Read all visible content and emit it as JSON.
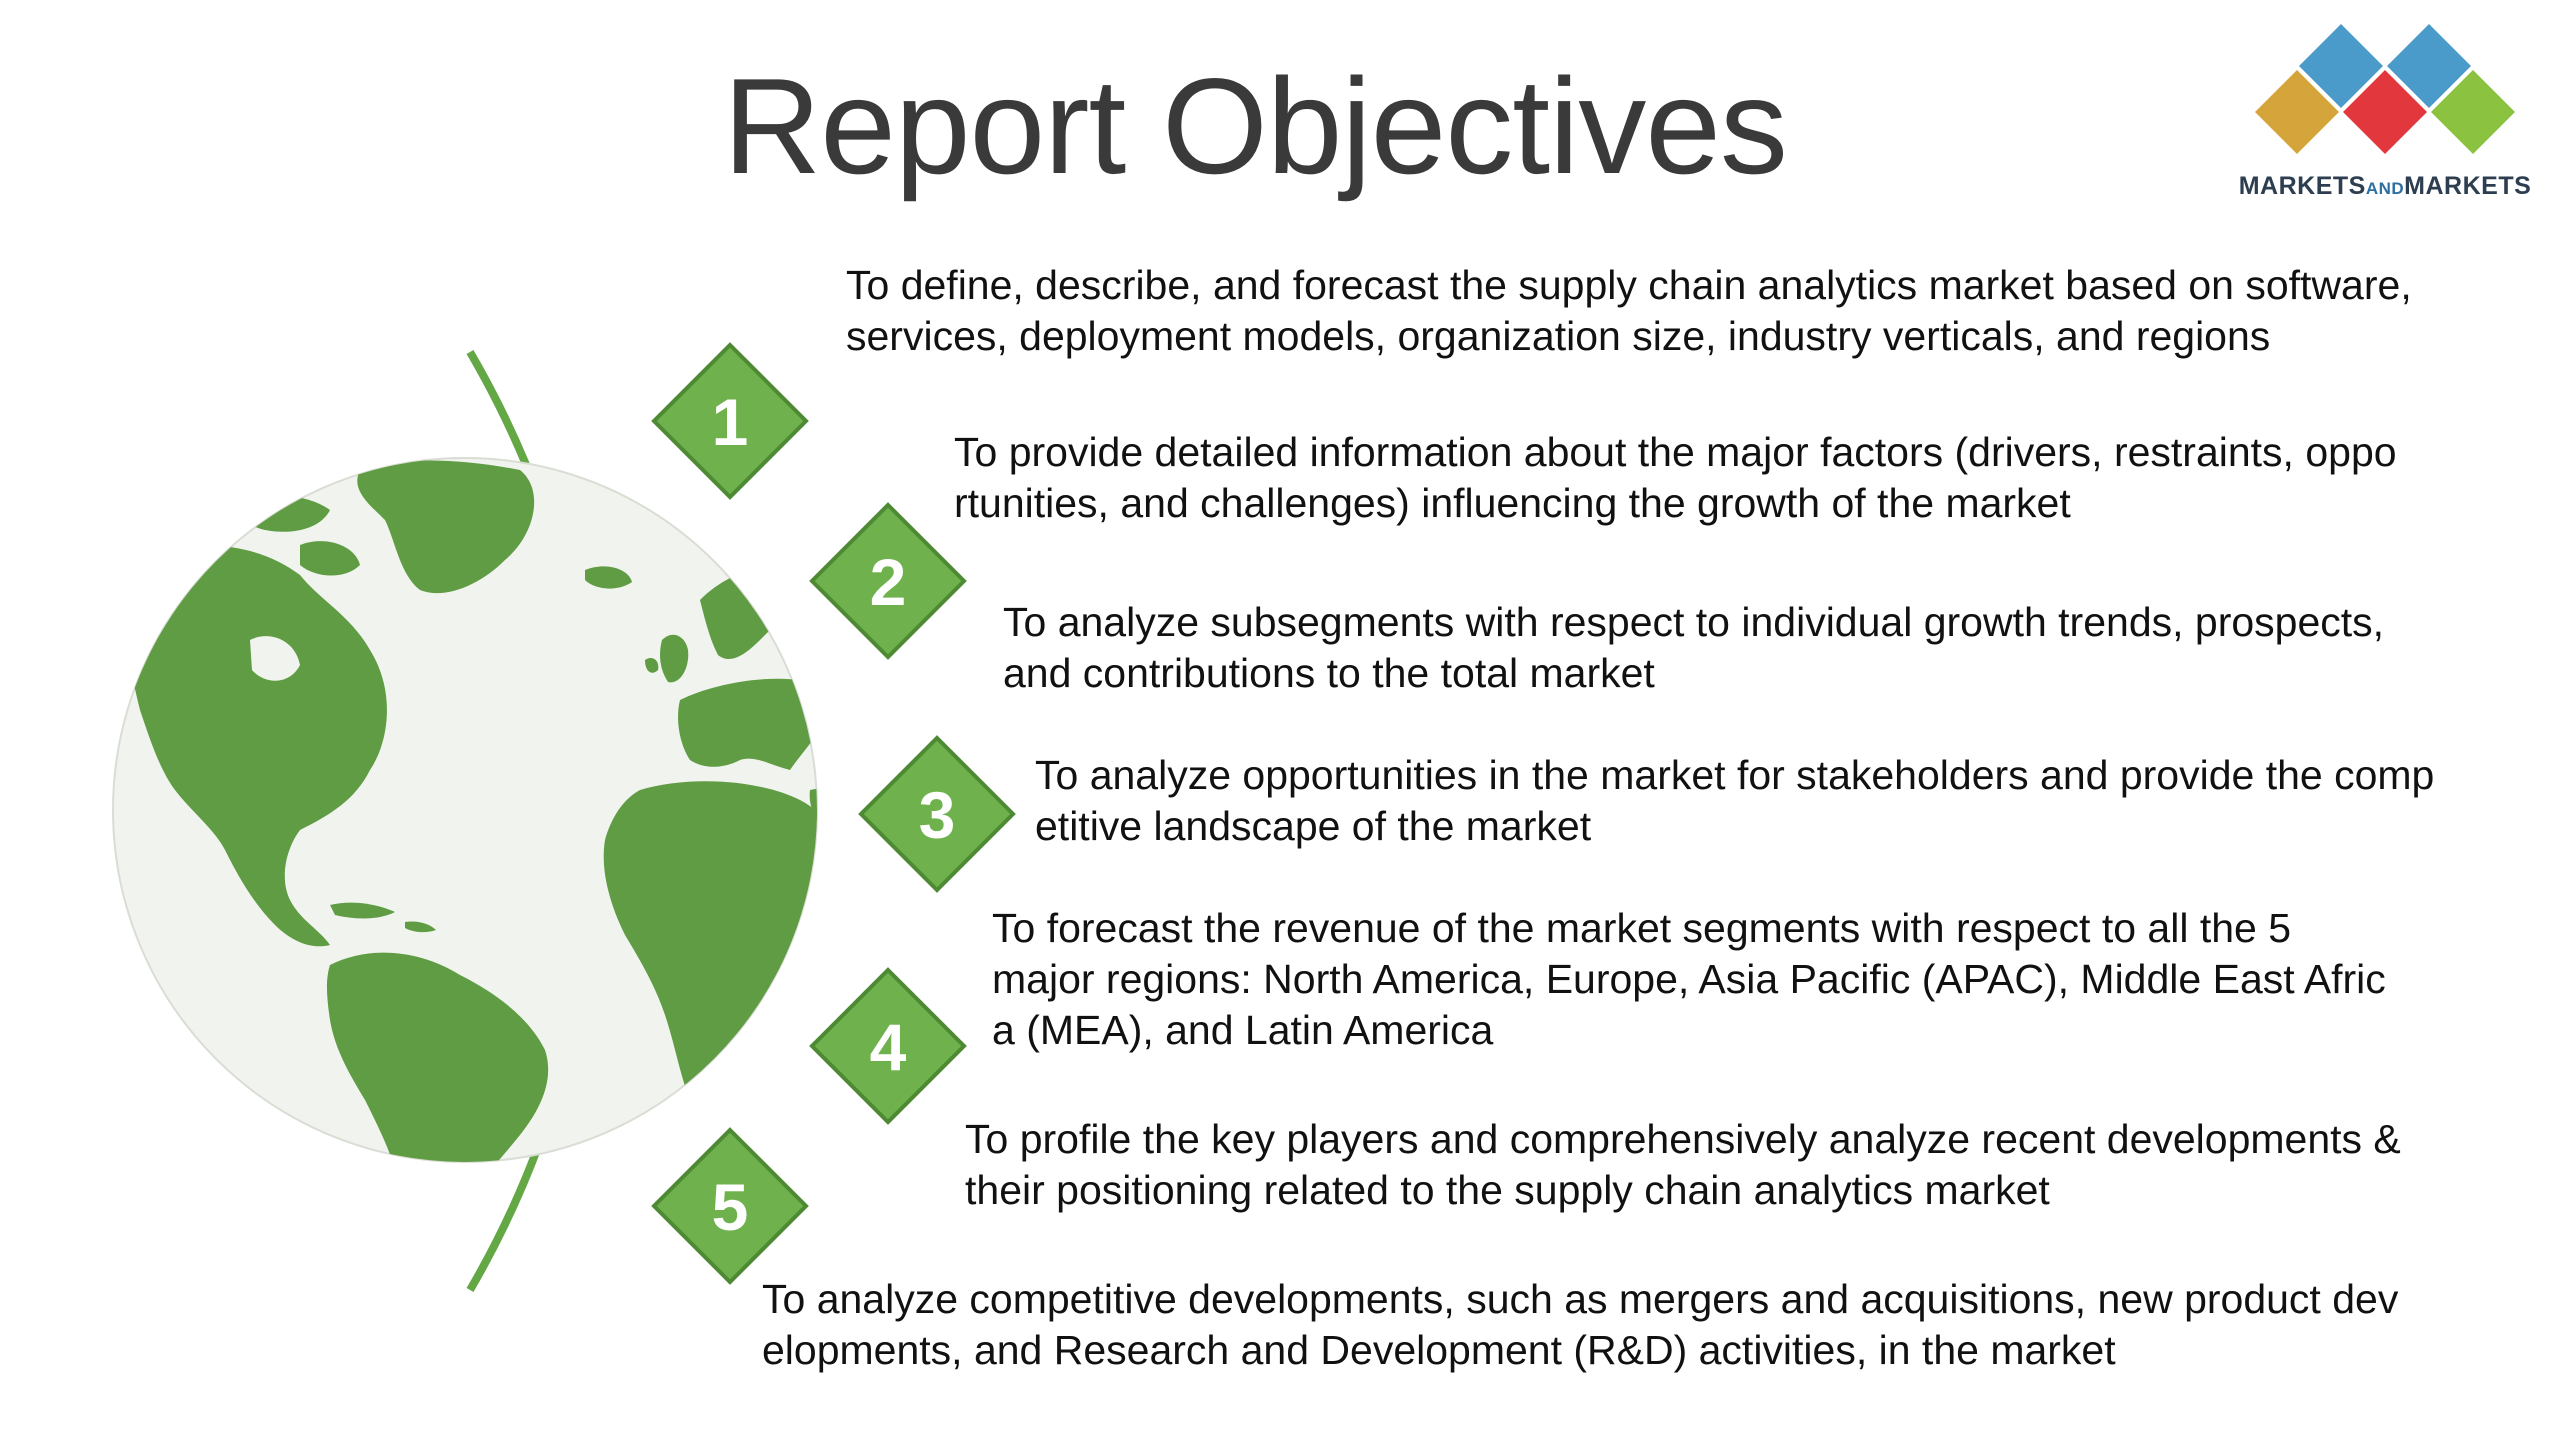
{
  "slide": {
    "title": "Report Objectives"
  },
  "logo": {
    "part1": "MARKETS",
    "part2": "AND",
    "part3": "MARKETS",
    "colors": [
      "#d5a53c",
      "#4a9bc9",
      "#e2373d",
      "#8bc23f"
    ]
  },
  "colors": {
    "accent_green": "#63a845",
    "globe_green": "#5f9c43",
    "globe_ocean": "#f1f4ee"
  },
  "objectives": [
    {
      "number": "1",
      "line1": "To define, describe, and forecast the supply chain analytics market based on software,",
      "line2": "services, deployment models, organization size, industry verticals, and regions"
    },
    {
      "number": "2",
      "line1": "To provide detailed information about the major factors (drivers, restraints, oppo",
      "line2": "rtunities, and challenges) influencing the growth of the market"
    },
    {
      "number": "3",
      "line1": "To analyze subsegments with respect to individual growth trends, prospects,",
      "line2": "and contributions to the total market"
    },
    {
      "number": "4",
      "line1": "To analyze opportunities in the market for stakeholders and provide the comp",
      "line2": "etitive landscape of the market"
    },
    {
      "number": "5",
      "line1": "To forecast the revenue of the market segments with respect to all the 5",
      "line2": "major regions: North America, Europe, Asia Pacific (APAC), Middle East Afric",
      "line3": "a  (MEA), and Latin America"
    },
    {
      "line1": "To profile the key players and comprehensively analyze recent developments &",
      "line2": "their positioning related to the supply chain analytics market"
    },
    {
      "line1": "To analyze competitive developments, such as mergers and acquisitions, new product dev",
      "line2": "elopments, and Research and Development (R&D) activities, in the market"
    }
  ]
}
